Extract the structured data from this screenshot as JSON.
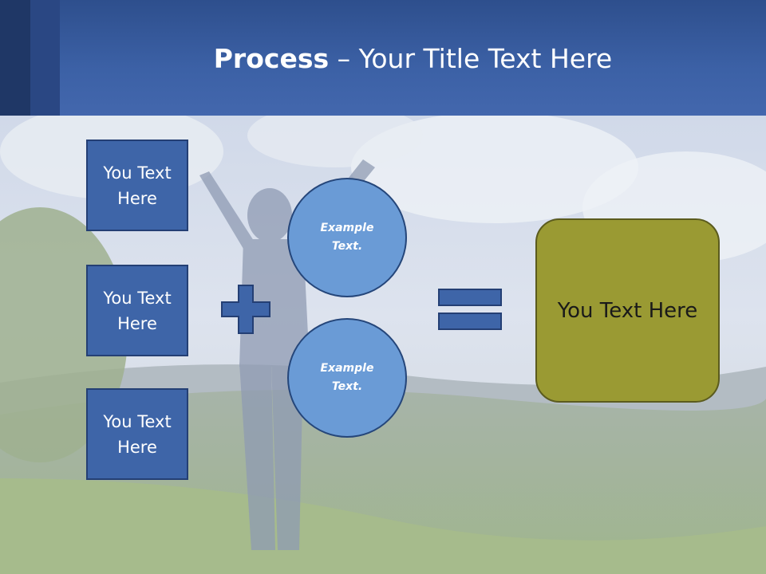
{
  "slide": {
    "title_bold": "Process",
    "title_rest": " – Your Title Text Here"
  },
  "left_boxes": [
    {
      "label": "You Text Here"
    },
    {
      "label": "You Text Here"
    },
    {
      "label": "You Text Here"
    }
  ],
  "circles": [
    {
      "label": "Example Text."
    },
    {
      "label": "Example Text."
    }
  ],
  "result": {
    "label": "You Text Here"
  },
  "colors": {
    "header": "#3c61a6",
    "box_fill": "#3e65a8",
    "circle_fill": "#6a9bd6",
    "result_fill": "#9a9a33"
  }
}
